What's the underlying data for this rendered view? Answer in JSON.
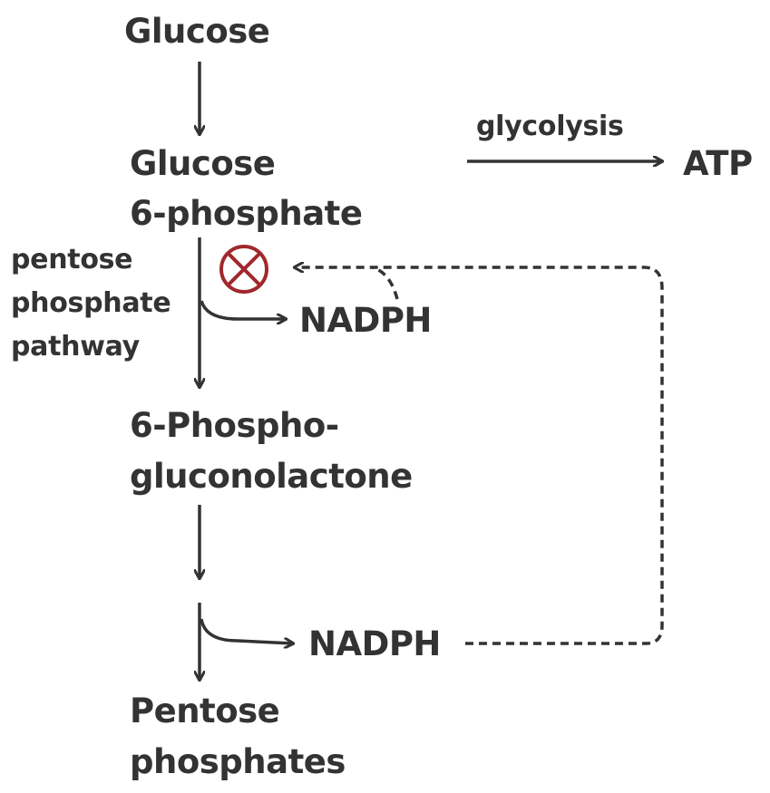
{
  "nodes": {
    "glucose": "Glucose",
    "g6p_line1": "Glucose",
    "g6p_line2": "6-phosphate",
    "gluconolactone_line1": "6-Phospho-",
    "gluconolactone_line2": "gluconolactone",
    "pentose_line1": "Pentose",
    "pentose_line2": "phosphates",
    "atp": "ATP",
    "nadph_1": "NADPH",
    "nadph_2": "NADPH"
  },
  "labels": {
    "glycolysis": "glycolysis",
    "ppp_line1": "pentose",
    "ppp_line2": "phosphate",
    "ppp_line3": "pathway"
  },
  "colors": {
    "text": "#333333",
    "arrow": "#333333",
    "inhibition": "#a0282d"
  },
  "icons": {
    "inhibition": "circled-x-icon"
  }
}
